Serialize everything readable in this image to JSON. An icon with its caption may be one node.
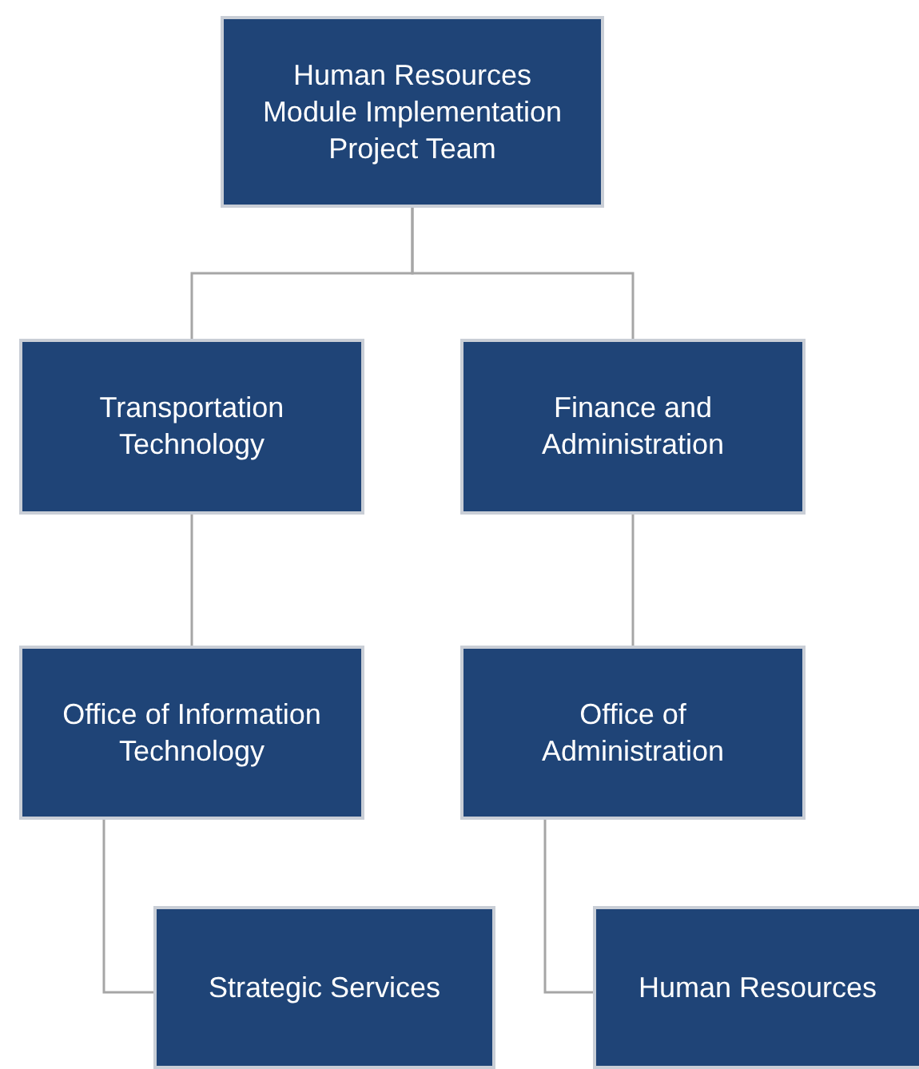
{
  "diagram": {
    "nodes": [
      {
        "text": [
          "Human Resources Module Implementation Project Team"
        ]
      },
      {
        "text": [
          "Transportation Technology"
        ]
      },
      {
        "text": [
          "Finance and Administration"
        ]
      },
      {
        "text": [
          "Office of Information Technology"
        ]
      },
      {
        "text": [
          "Office of Administration"
        ]
      },
      {
        "text": [
          "Strategic Services"
        ]
      },
      {
        "text": [
          "Human Resources"
        ]
      }
    ],
    "edges": [
      {
        "from": 0,
        "to": 1,
        "arrow": "none"
      },
      {
        "from": 0,
        "to": 2,
        "arrow": "none"
      },
      {
        "from": 1,
        "to": 3,
        "arrow": "none"
      },
      {
        "from": 2,
        "to": 4,
        "arrow": "none"
      },
      {
        "from": 3,
        "to": 5,
        "arrow": "none"
      },
      {
        "from": 4,
        "to": 6,
        "arrow": "none"
      }
    ]
  }
}
